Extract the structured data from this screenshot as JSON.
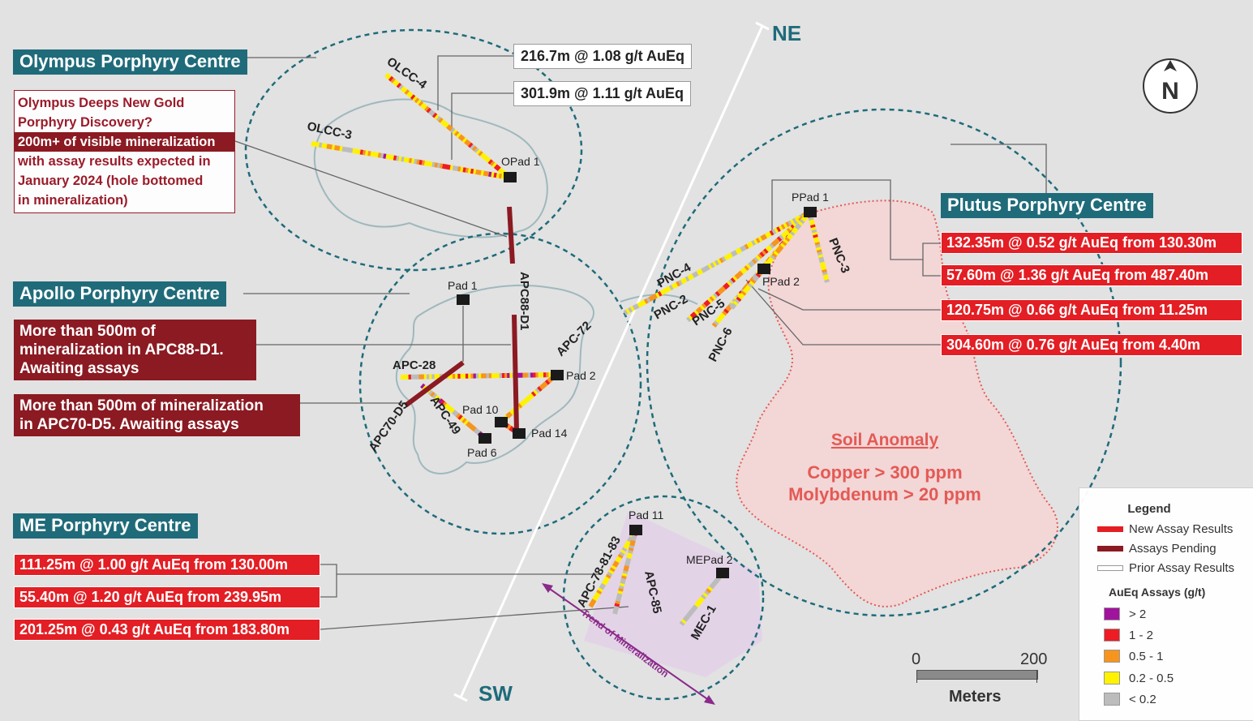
{
  "map": {
    "trend_labels": {
      "ne": "NE",
      "sw": "SW"
    },
    "north_label": "N",
    "soil_anomaly": {
      "title": "Soil Anomaly",
      "line1": "Copper > 300 ppm",
      "line2": "Molybdenum > 20 ppm"
    },
    "mineralization_trend": "Trend of Mineralization",
    "centres": {
      "olympus": "Olympus Porphyry Centre",
      "apollo": "Apollo Porphyry Centre",
      "plutus": "Plutus Porphyry Centre",
      "me": "ME Porphyry Centre"
    },
    "olympus_note": {
      "line1": "Olympus Deeps New Gold",
      "line2": "Porphyry Discovery?",
      "line3": "200m+ of visible mineralization",
      "line4": "with assay results expected in",
      "line5": "January 2024 (hole bottomed",
      "line6": "in mineralization)"
    },
    "olympus_results": [
      "216.7m @ 1.08 g/t AuEq",
      "301.9m @ 1.11 g/t AuEq"
    ],
    "apollo_notes": {
      "apc88_l1": "More than 500m of",
      "apc88_l2": "mineralization in APC88-D1.",
      "apc88_l3": "Awaiting assays",
      "apc70_l1": "More than 500m of mineralization",
      "apc70_l2": "in APC70-D5. Awaiting assays"
    },
    "plutus_results": [
      "132.35m @ 0.52 g/t AuEq from 130.30m",
      "57.60m @ 1.36 g/t AuEq from 487.40m",
      "120.75m @ 0.66 g/t AuEq from 11.25m",
      "304.60m @ 0.76 g/t AuEq from 4.40m"
    ],
    "me_results": [
      "111.25m @ 1.00 g/t AuEq from 130.00m",
      "55.40m @ 1.20 g/t AuEq from 239.95m",
      "201.25m @ 0.43 g/t AuEq from 183.80m"
    ],
    "pads": {
      "opad1": "OPad 1",
      "ppad1": "PPad 1",
      "ppad2": "PPad 2",
      "pad1": "Pad 1",
      "pad2": "Pad 2",
      "pad10": "Pad 10",
      "pad14": "Pad 14",
      "pad6": "Pad 6",
      "pad11": "Pad 11",
      "mepad2": "MEPad 2"
    },
    "holes": {
      "olcc4": "OLCC-4",
      "olcc3": "OLCC-3",
      "apc88": "APC88-D1",
      "apc72": "APC-72",
      "apc28": "APC-28",
      "apc70": "APC70-D5",
      "apc49": "APC-49",
      "pnc4": "PNC-4",
      "pnc2": "PNC-2",
      "pnc5": "PNC-5",
      "pnc6": "PNC-6",
      "pnc3": "PNC-3",
      "apc78": "APC-78-81-83",
      "apc85": "APC-85",
      "mec1": "MEC-1"
    }
  },
  "legend": {
    "title": "Legend",
    "items": [
      "New Assay Results",
      "Assays Pending",
      "Prior Assay Results"
    ],
    "item_colors": [
      "#e31e24",
      "#8b1a22",
      "#ffffff"
    ],
    "assay_title": "AuEq Assays (g/t)",
    "assay_classes": [
      "> 2",
      "1 - 2",
      "0.5 - 1",
      "0.2 - 0.5",
      "< 0.2"
    ],
    "assay_colors": [
      "#a1139c",
      "#ee1c24",
      "#f7941d",
      "#fff200",
      "#bcbcbc"
    ]
  },
  "scale": {
    "min_label": "0",
    "max_label": "200",
    "unit": "Meters"
  },
  "colors": {
    "centre_teal": "#1f6b7a",
    "result_red": "#e31e24",
    "pending_maroon": "#8b1a22",
    "soil_pink": "#f6d4d4"
  }
}
